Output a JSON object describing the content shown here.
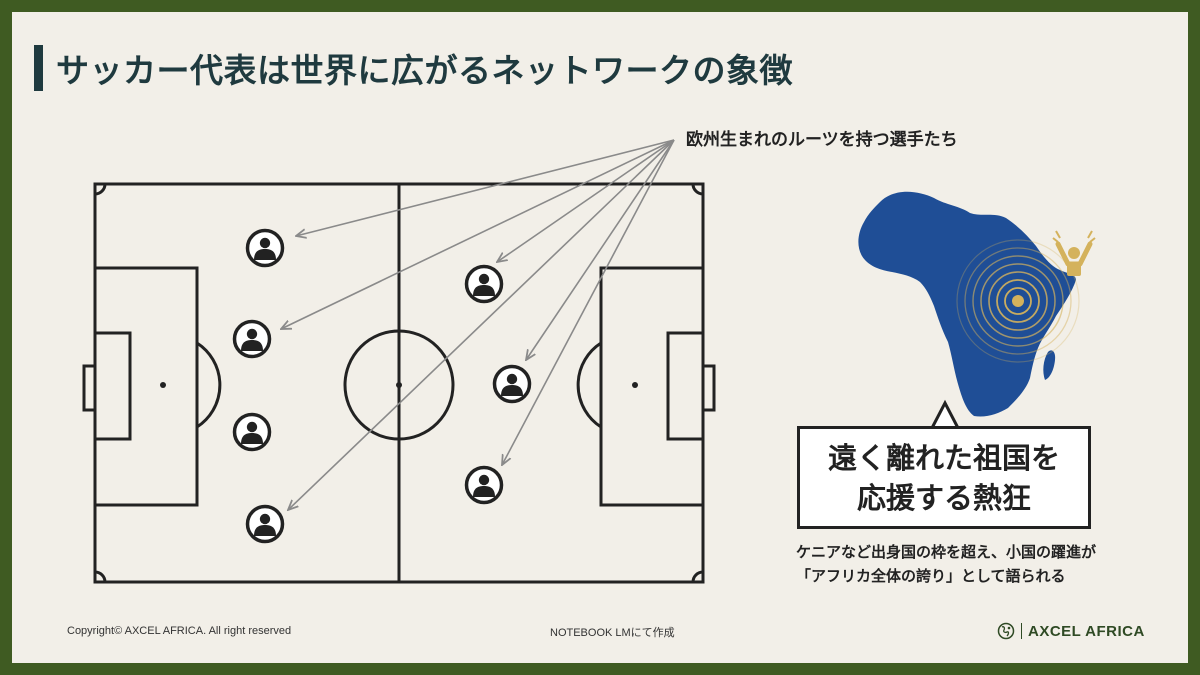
{
  "slide": {
    "title": "サッカー代表は世界に広がるネットワークの象徴",
    "arrow_label": "欧州生まれのルーツを持つ選手たち",
    "bubble_lines": [
      "遠く離れた祖国を",
      "応援する熱狂"
    ],
    "caption_lines": [
      "ケニアなど出身国の枠を超え、小国の躍進が",
      "「アフリカ全体の誇り」として語られる"
    ]
  },
  "footer": {
    "copyright": "Copyright©  AXCEL AFRICA. All right reserved",
    "made_with": "NOTEBOOK LMにて作成",
    "brand": "AXCEL AFRICA"
  },
  "icons": {
    "player": "person-icon",
    "fan": "cheering-person-icon",
    "brand_logo": "globe-logo-icon"
  },
  "colors": {
    "frame": "#3f5b22",
    "background": "#f2efe8",
    "title": "#1f3a3f",
    "africa": "#1f4e96",
    "signal": "#d4b25c",
    "arrow": "#8a8a8a"
  }
}
